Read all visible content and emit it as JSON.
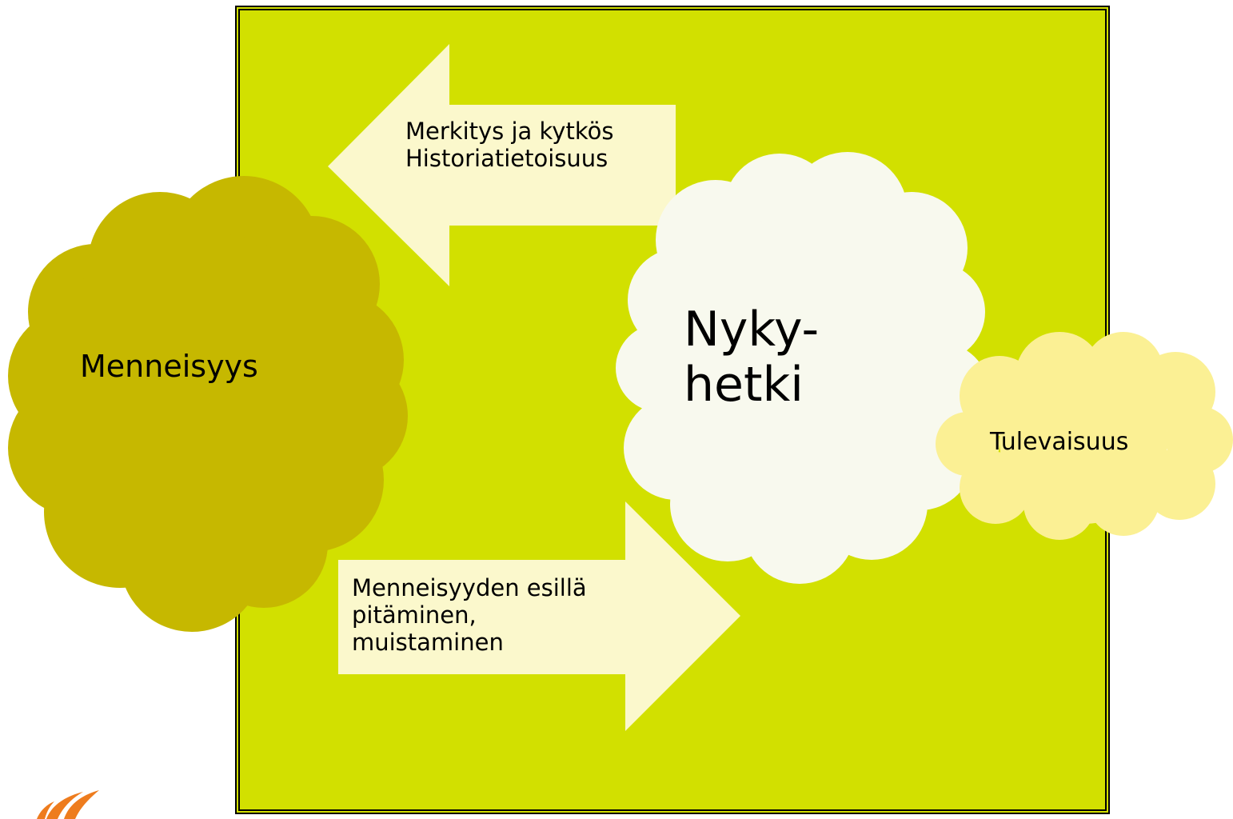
{
  "diagram": {
    "clouds": {
      "past": {
        "label": "Menneisyys",
        "color": "#c6b800"
      },
      "present": {
        "label": "Nyky-\nhetki",
        "color": "#f8f9ee"
      },
      "future": {
        "label": "Tulevaisuus",
        "color": "#fbf094"
      }
    },
    "arrows": {
      "toward_past": {
        "label": "Merkitys ja kytkös\nHistoriatietoisuus",
        "direction": "left",
        "color": "#fbf8cc"
      },
      "toward_present": {
        "label": "Menneisyyden esillä\npitäminen,\nmuistaminen",
        "direction": "right",
        "color": "#fbf8cc"
      }
    }
  },
  "colors": {
    "background": "#d2e000",
    "border": "#000000",
    "logo": "#ee7c1e"
  },
  "icons": {
    "corner_logo": "swoosh-logo-icon"
  }
}
